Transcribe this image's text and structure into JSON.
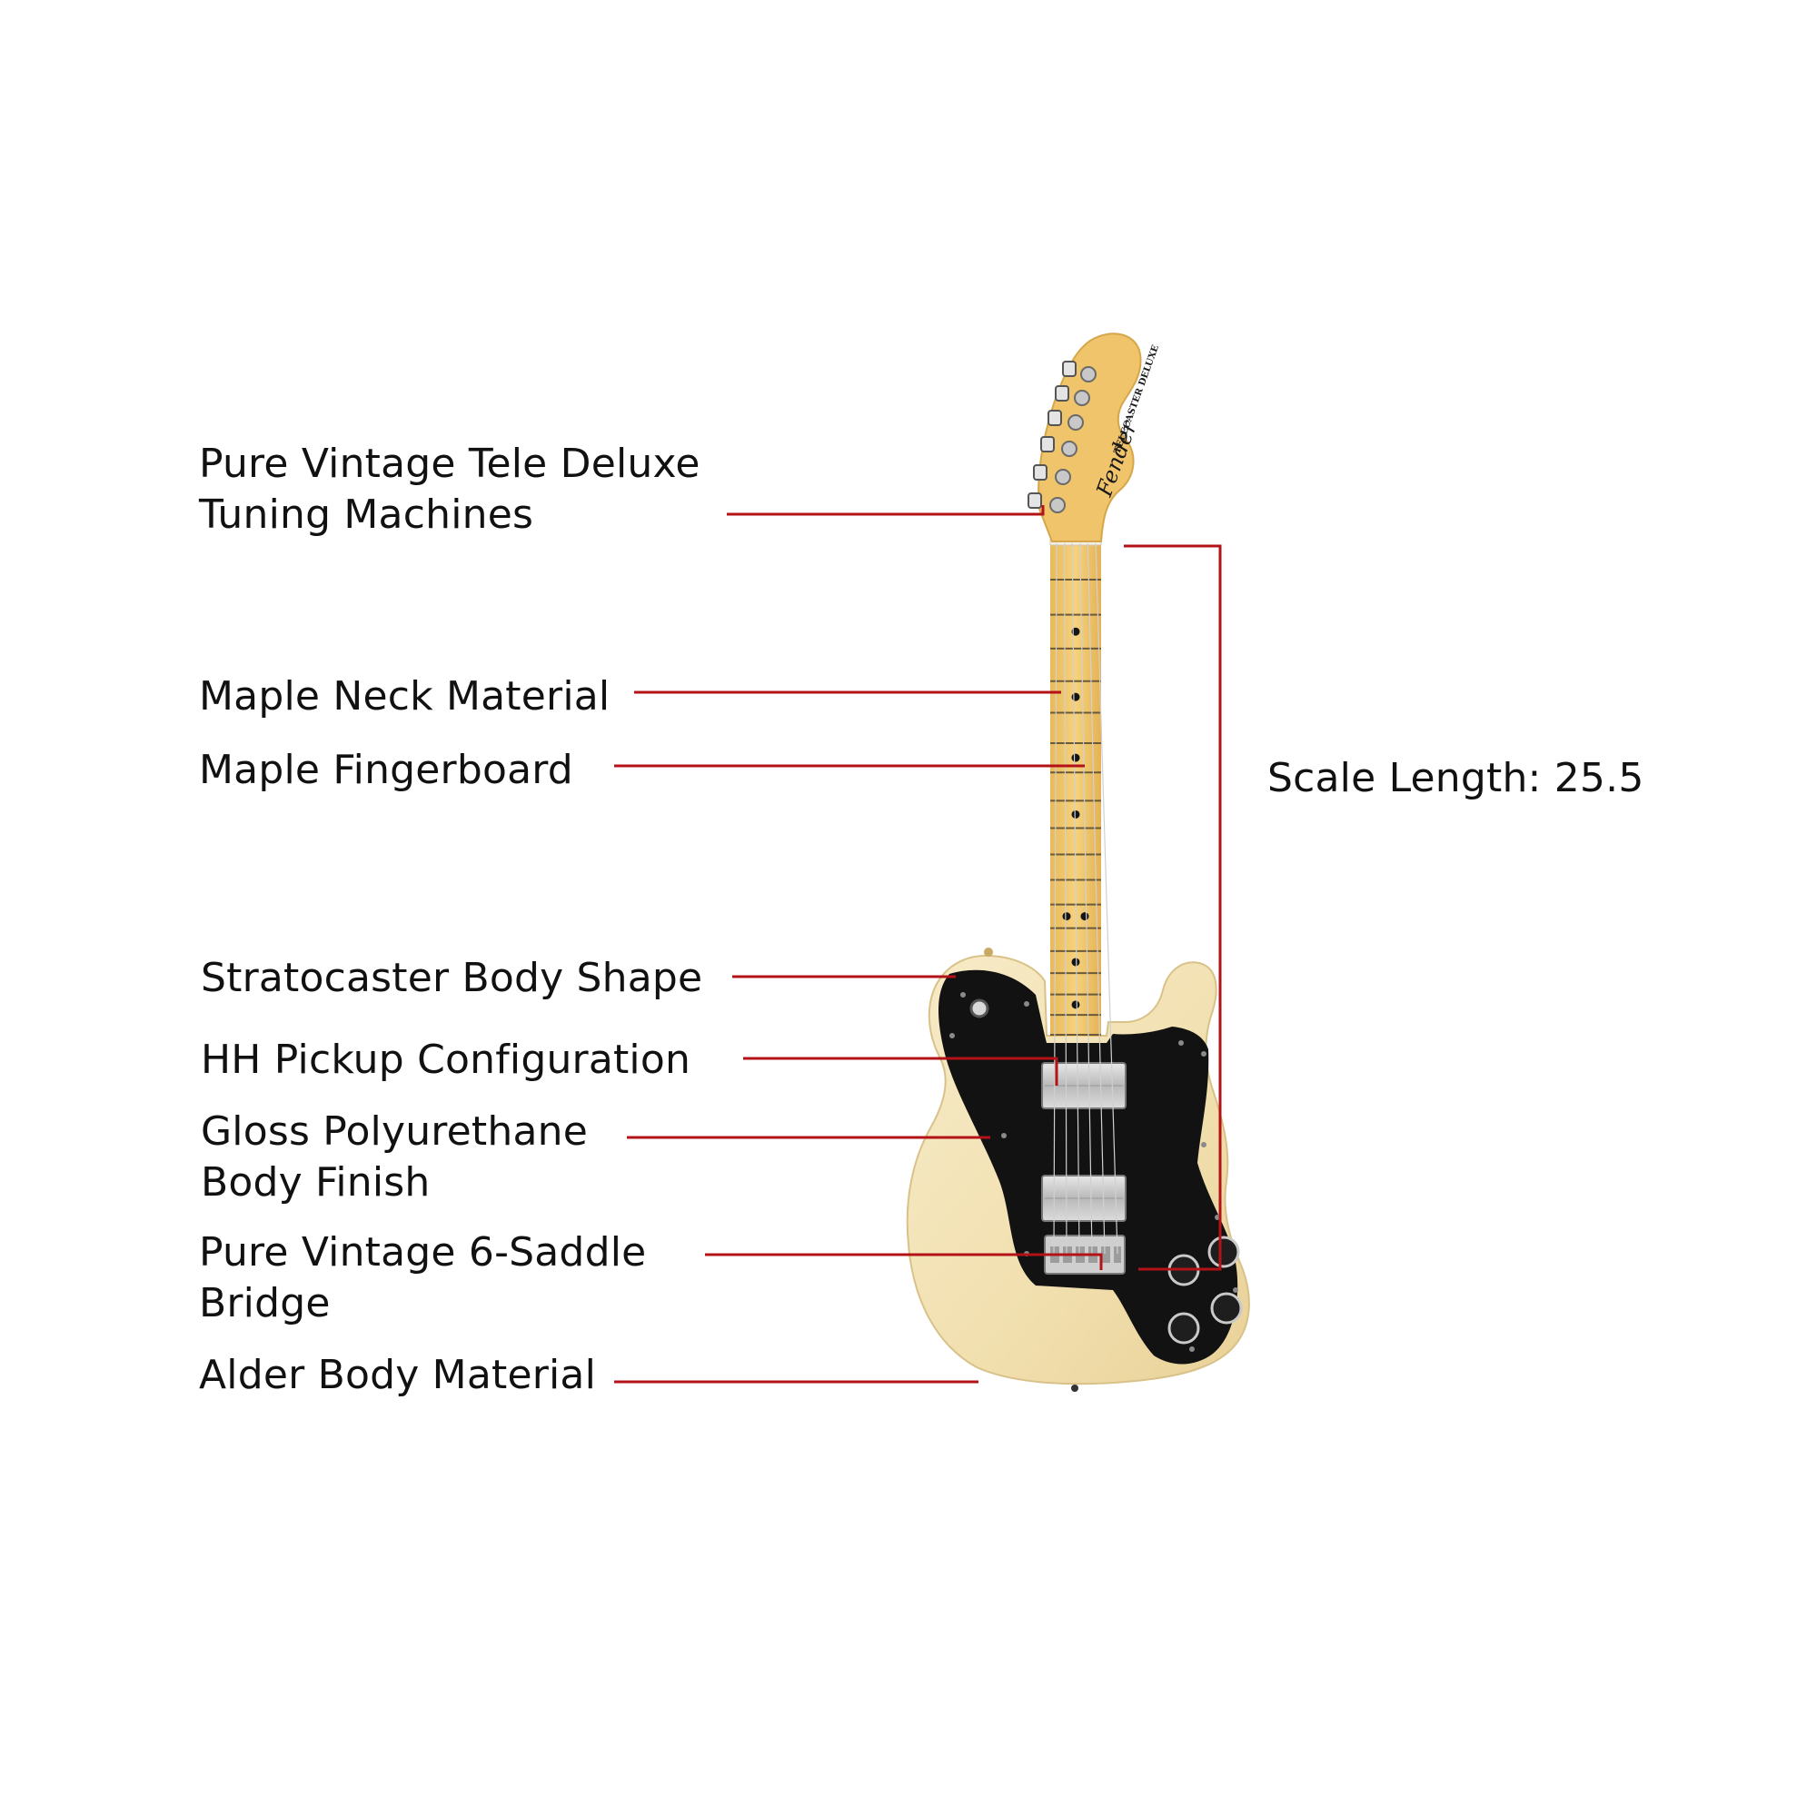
{
  "labels": {
    "tuners": {
      "line1": "Pure Vintage Tele Deluxe",
      "line2": "Tuning Machines"
    },
    "neck": "Maple Neck Material",
    "fingerboard": "Maple Fingerboard",
    "body_shape": "Stratocaster Body Shape",
    "pickups": "HH Pickup Configuration",
    "finish": {
      "line1": "Gloss Polyurethane",
      "line2": "Body Finish"
    },
    "bridge": {
      "line1": "Pure Vintage 6-Saddle",
      "line2": "Bridge"
    },
    "body_material": "Alder Body Material",
    "scale_length": "Scale Length: 25.5"
  },
  "headstock_text": {
    "brand": "Fender",
    "model": "TELECASTER DELUXE"
  },
  "colors": {
    "callout_line": "#b31217",
    "body": "#f2e2b4",
    "maple": "#f0c46a",
    "pickguard": "#121212",
    "text": "#111111"
  }
}
